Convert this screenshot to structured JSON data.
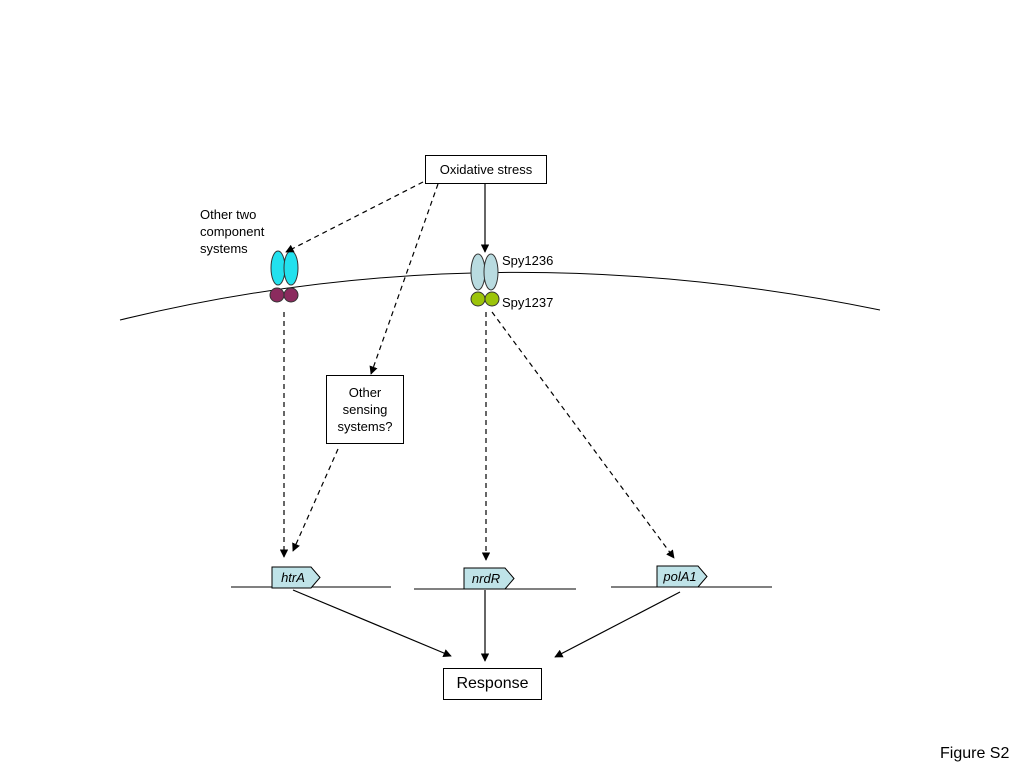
{
  "stimulus": {
    "label": "Oxidative stress"
  },
  "other_tcs": {
    "label": "Other two\ncomponent\nsystems"
  },
  "sensor_kinase": {
    "label": "Spy1236"
  },
  "response_regulator": {
    "label": "Spy1237"
  },
  "other_sensing": {
    "label": "Other\nsensing\nsystems?"
  },
  "genes": [
    {
      "name": "htrA"
    },
    {
      "name": "nrdR"
    },
    {
      "name": "polA1"
    }
  ],
  "outcome": {
    "label": "Response"
  },
  "figure_label": "Figure S2",
  "colors": {
    "other_tcs_sensor": "#22e1ee",
    "other_tcs_regulator": "#8b2b5e",
    "spy1236": "#b9dbe0",
    "spy1237": "#9cc40a",
    "gene_arrow": "#bfe3e8"
  }
}
